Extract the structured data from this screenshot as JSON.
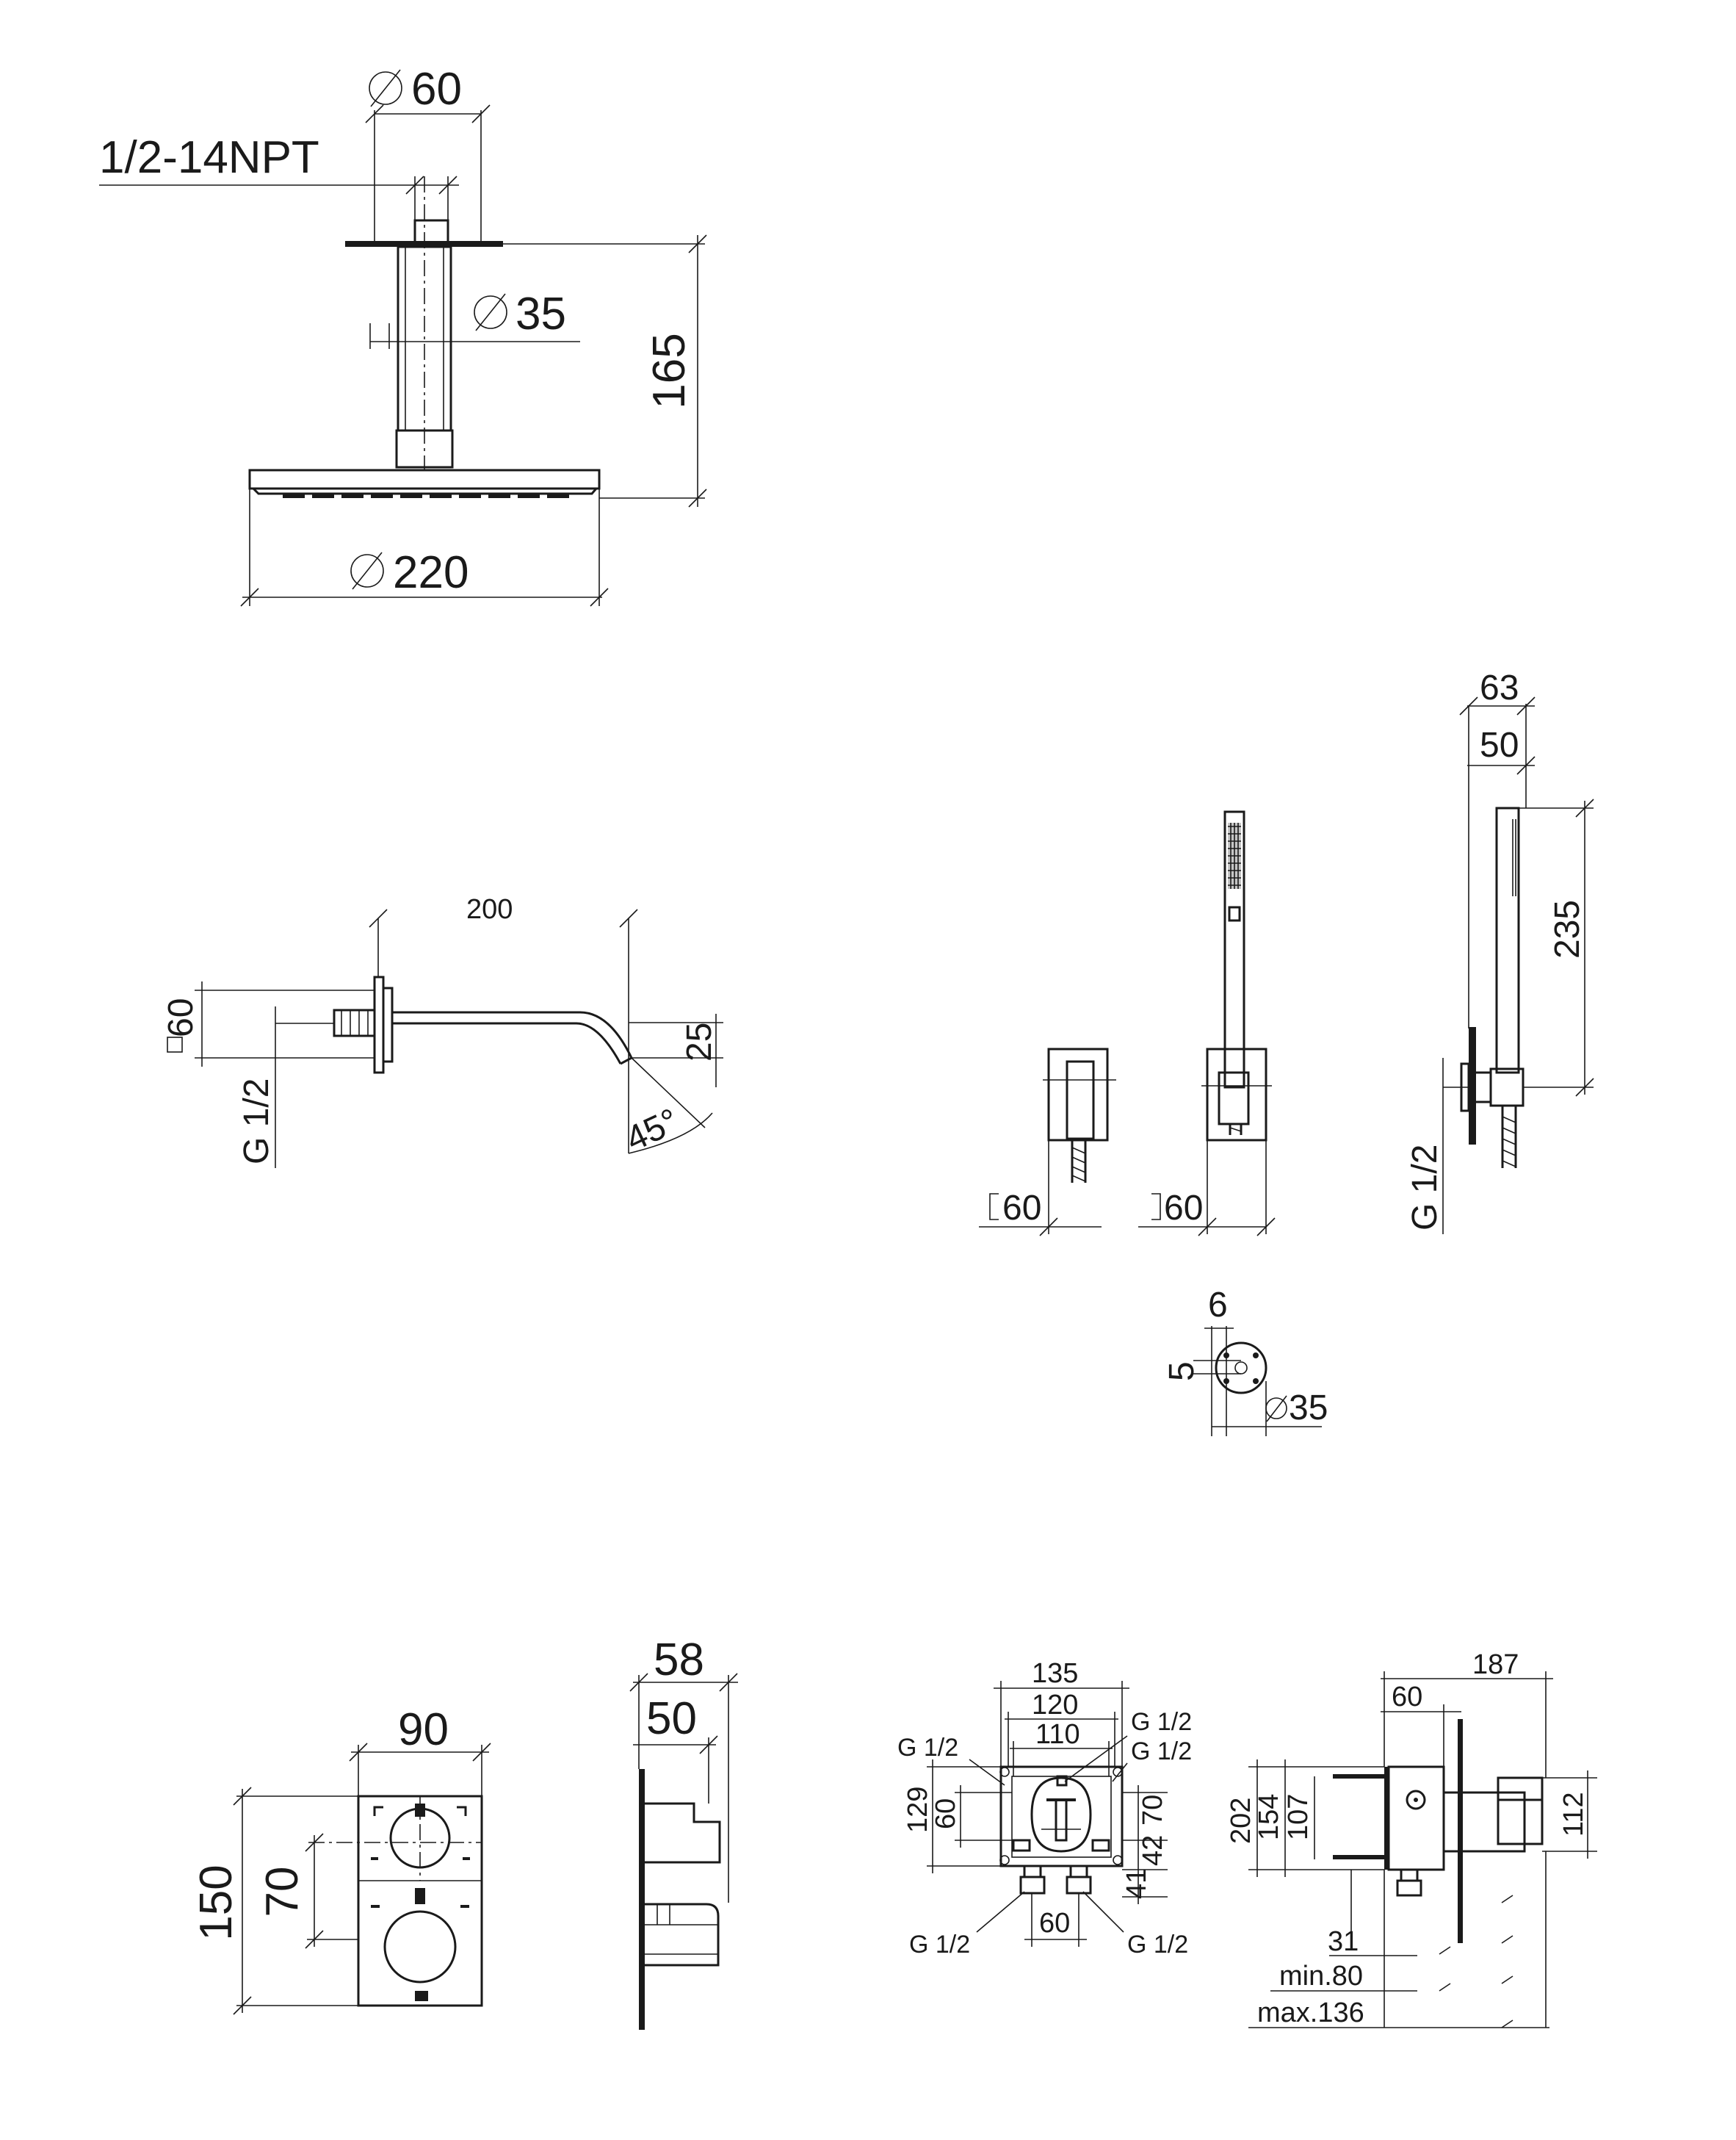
{
  "shower_head": {
    "flange_diameter": "60",
    "thread": "1/2-14NPT",
    "arm_diameter": "35",
    "height": "165",
    "head_diameter": "220"
  },
  "spout": {
    "length": "200",
    "rosette": "60",
    "connection": "G 1/2",
    "drop": "25",
    "angle": "45°"
  },
  "hand_shower": {
    "outlet_width": "60",
    "holder_width": "60",
    "projection_outer": "63",
    "projection_inner": "50",
    "length": "235",
    "connection": "G 1/2"
  },
  "wall_plate": {
    "offset_top": "6",
    "offset_side": "5",
    "diameter": "35"
  },
  "trim": {
    "width": "90",
    "height": "150",
    "spacing": "70",
    "depth_outer": "58",
    "depth_inner": "50"
  },
  "rough_in_front": {
    "width_outer": "135",
    "width_mid": "120",
    "width_inner": "110",
    "connections": [
      "G 1/2",
      "G 1/2",
      "G 1/2",
      "G 1/2",
      "G 1/2"
    ],
    "height_total": "129",
    "height_inner": "60",
    "right_upper": "70",
    "right_mid": "42",
    "right_lower": "41",
    "outlet_spacing": "60"
  },
  "rough_in_side": {
    "depth_total": "187",
    "depth_body": "60",
    "height_outer": "202",
    "height_mid": "154",
    "height_inner": "107",
    "cover_height": "112",
    "install_depth": "31",
    "min_depth": "min.80",
    "max_depth": "max.136"
  }
}
